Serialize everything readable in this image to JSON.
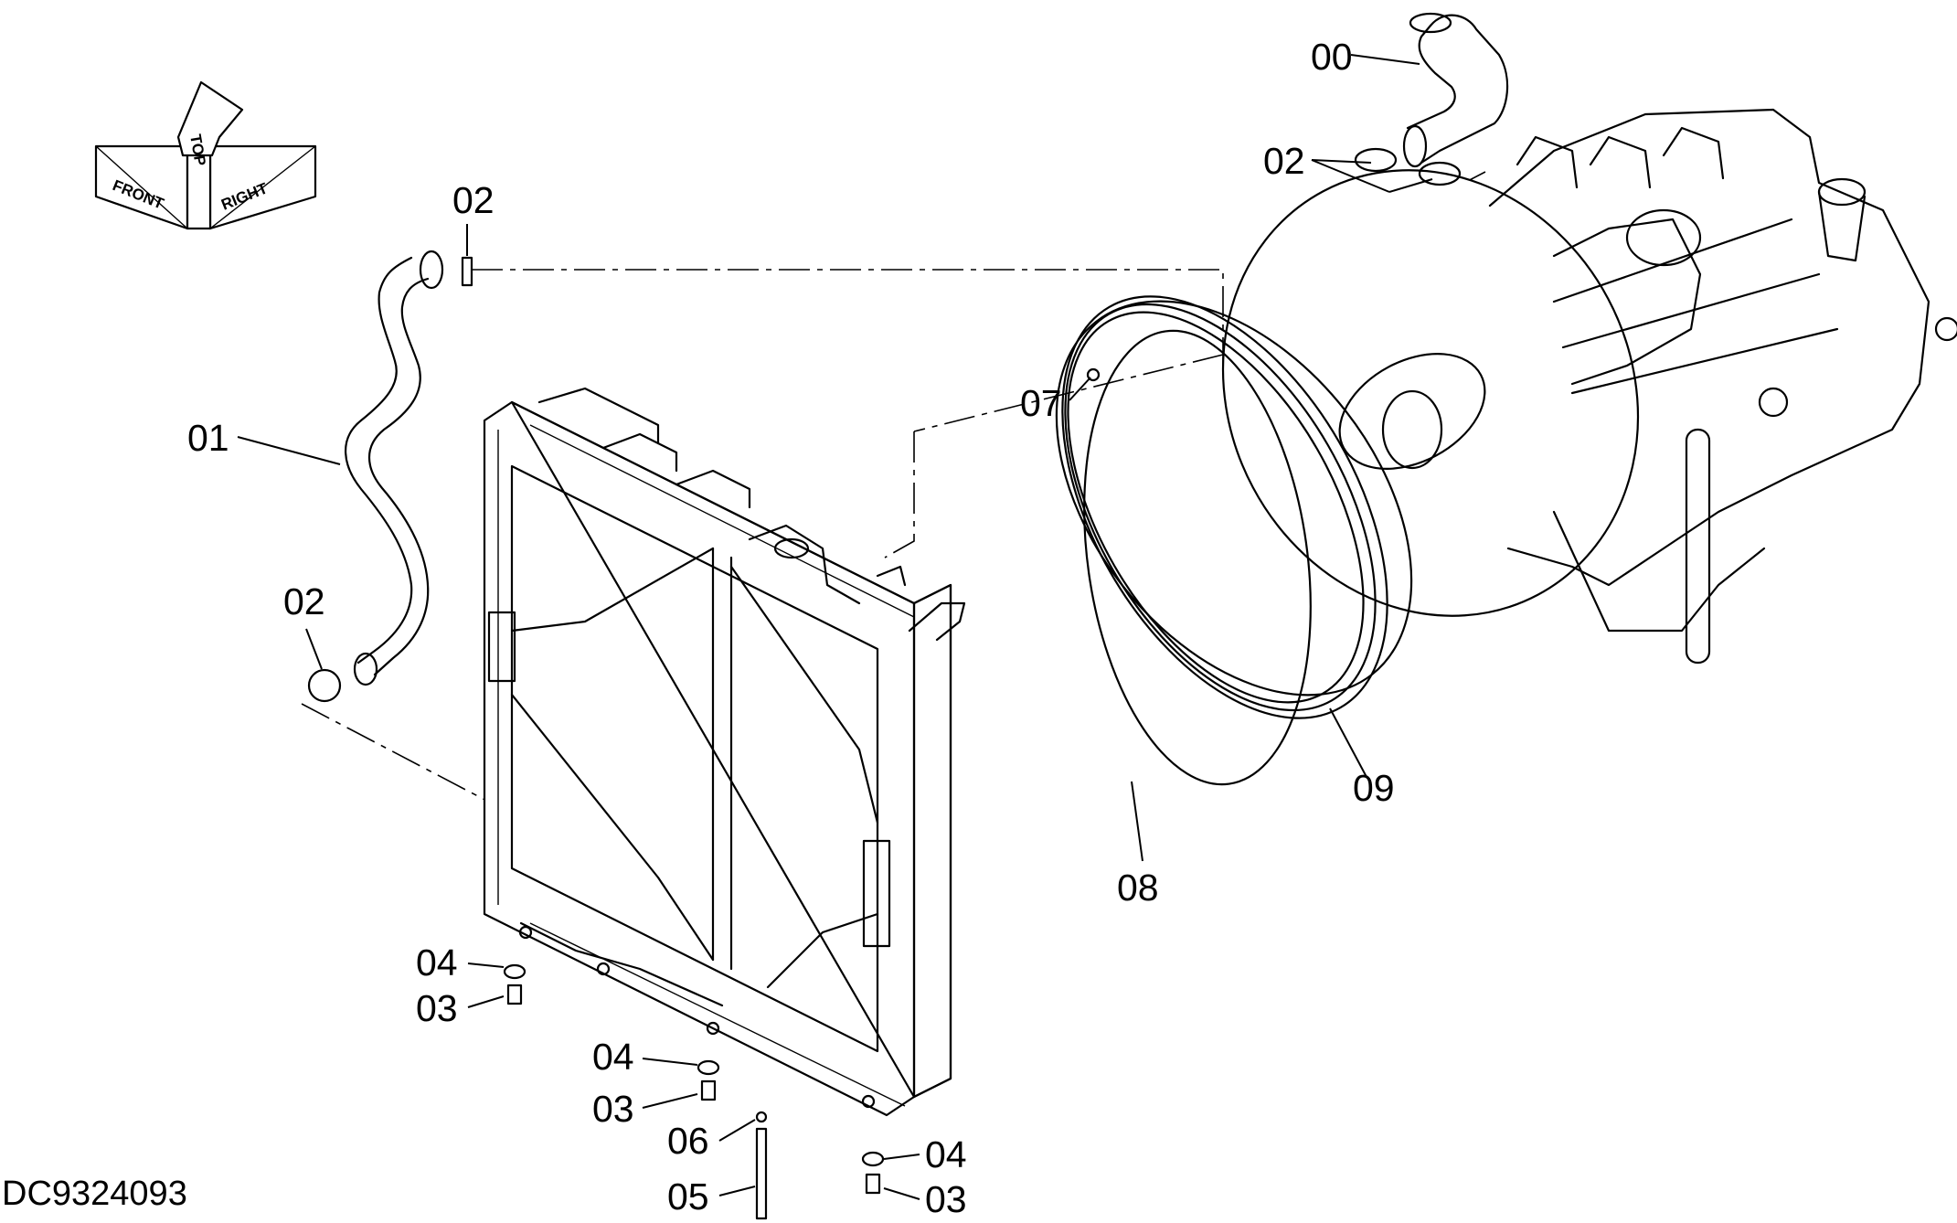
{
  "drawing_id": "DC9324093",
  "orientation": {
    "front": "FRONT",
    "top": "TOP",
    "right": "RIGHT"
  },
  "callouts": {
    "c00": "00",
    "c01": "01",
    "c02_top": "02",
    "c02_upper": "02",
    "c02_left": "02",
    "c03_a": "03",
    "c03_b": "03",
    "c03_c": "03",
    "c04_a": "04",
    "c04_b": "04",
    "c04_c": "04",
    "c05": "05",
    "c06": "06",
    "c07": "07",
    "c08": "08",
    "c09": "09"
  }
}
